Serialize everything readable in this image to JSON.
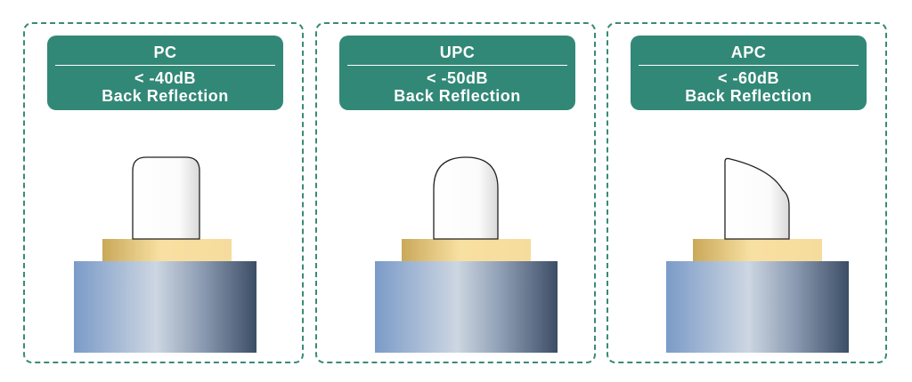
{
  "colors": {
    "panel_border": "#3a8a76",
    "label_background": "#328876",
    "label_text": "#ffffff",
    "ferrule_dark": "#3c4d66",
    "ferrule_light": "#cdd6e2",
    "ferrule_blue": "#7b9bc8",
    "collar_gold": "#f6dc9c",
    "collar_dark": "#c9a859"
  },
  "panels": [
    {
      "type": "PC",
      "value": "< -40dB",
      "description": "Back Reflection",
      "tip_shape": "flat-rounded"
    },
    {
      "type": "UPC",
      "value": "< -50dB",
      "description": "Back Reflection",
      "tip_shape": "domed"
    },
    {
      "type": "APC",
      "value": "< -60dB",
      "description": "Back Reflection",
      "tip_shape": "angled"
    }
  ]
}
